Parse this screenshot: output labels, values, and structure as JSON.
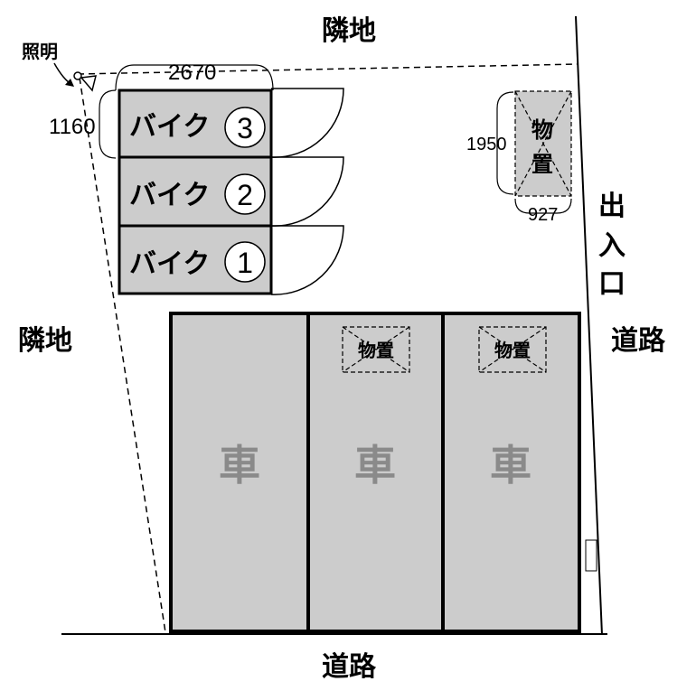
{
  "labels": {
    "neighbor_top": "隣地",
    "neighbor_left": "隣地",
    "road_bottom": "道路",
    "road_right": "道路",
    "entrance": [
      "出",
      "入",
      "口"
    ],
    "lighting": "照明"
  },
  "dimensions": {
    "bike_width": "2670",
    "bike_depth": "1160",
    "storage_height": "1950",
    "storage_width": "927"
  },
  "bikes": [
    {
      "label": "バイク",
      "number": "3"
    },
    {
      "label": "バイク",
      "number": "2"
    },
    {
      "label": "バイク",
      "number": "1"
    }
  ],
  "storage_label": [
    "物",
    "置"
  ],
  "cars": [
    {
      "label": "車",
      "storage": ""
    },
    {
      "label": "車",
      "storage": "物置"
    },
    {
      "label": "車",
      "storage": "物置"
    }
  ],
  "colors": {
    "fill_gray": "#cccccc",
    "car_text": "#8a8a8a",
    "line": "#000000"
  }
}
